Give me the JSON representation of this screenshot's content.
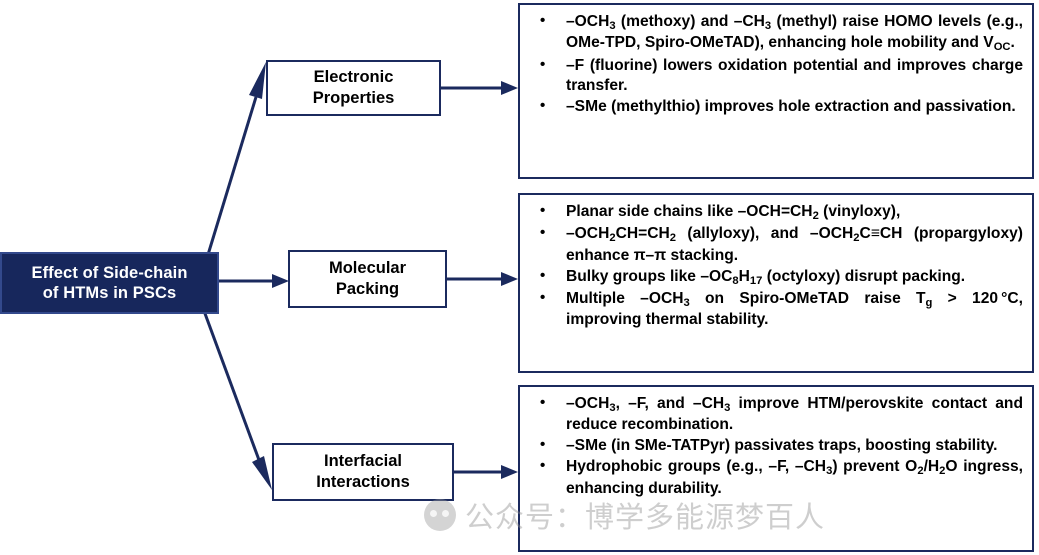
{
  "root": {
    "line1": "Effect of Side-chain",
    "line2": "of HTMs in PSCs",
    "bg_color": "#17275c",
    "text_color": "#ffffff"
  },
  "categories": [
    {
      "line1": "Electronic",
      "line2": "Properties"
    },
    {
      "line1": "Molecular",
      "line2": "Packing"
    },
    {
      "line1": "Interfacial",
      "line2": "Interactions"
    }
  ],
  "content": [
    {
      "bullets": [
        "–OCH3 (methoxy) and –CH3 (methyl) raise HOMO levels (e.g., OMe-TPD, Spiro-OMeTAD), enhancing hole mobility and VOC.",
        "–F (fluorine) lowers oxidation potential and improves charge transfer.",
        "–SMe (methylthio) improves hole extraction and passivation."
      ]
    },
    {
      "bullets": [
        "Planar side chains like –OCH=CH2 (vinyloxy),",
        "–OCH2CH=CH2 (allyloxy), and –OCH2C≡CH (propargyloxy) enhance π–π stacking.",
        "Bulky groups like –OC8H17 (octyloxy) disrupt packing.",
        "Multiple –OCH3 on Spiro-OMeTAD raise Tg > 120 °C, improving thermal stability."
      ]
    },
    {
      "bullets": [
        "–OCH3, –F, and –CH3 improve HTM/perovskite contact and reduce recombination.",
        "–SMe (in SMe-TATPyr) passivates traps, boosting stability.",
        "Hydrophobic groups (e.g., –F, –CH3) prevent O2/H2O ingress, enhancing durability."
      ]
    }
  ],
  "watermark": {
    "text": "公众号：博学多能源梦百人"
  },
  "theme": {
    "navy": "#1b2a5e",
    "root_navy": "#17275c",
    "border": "#33498c"
  }
}
